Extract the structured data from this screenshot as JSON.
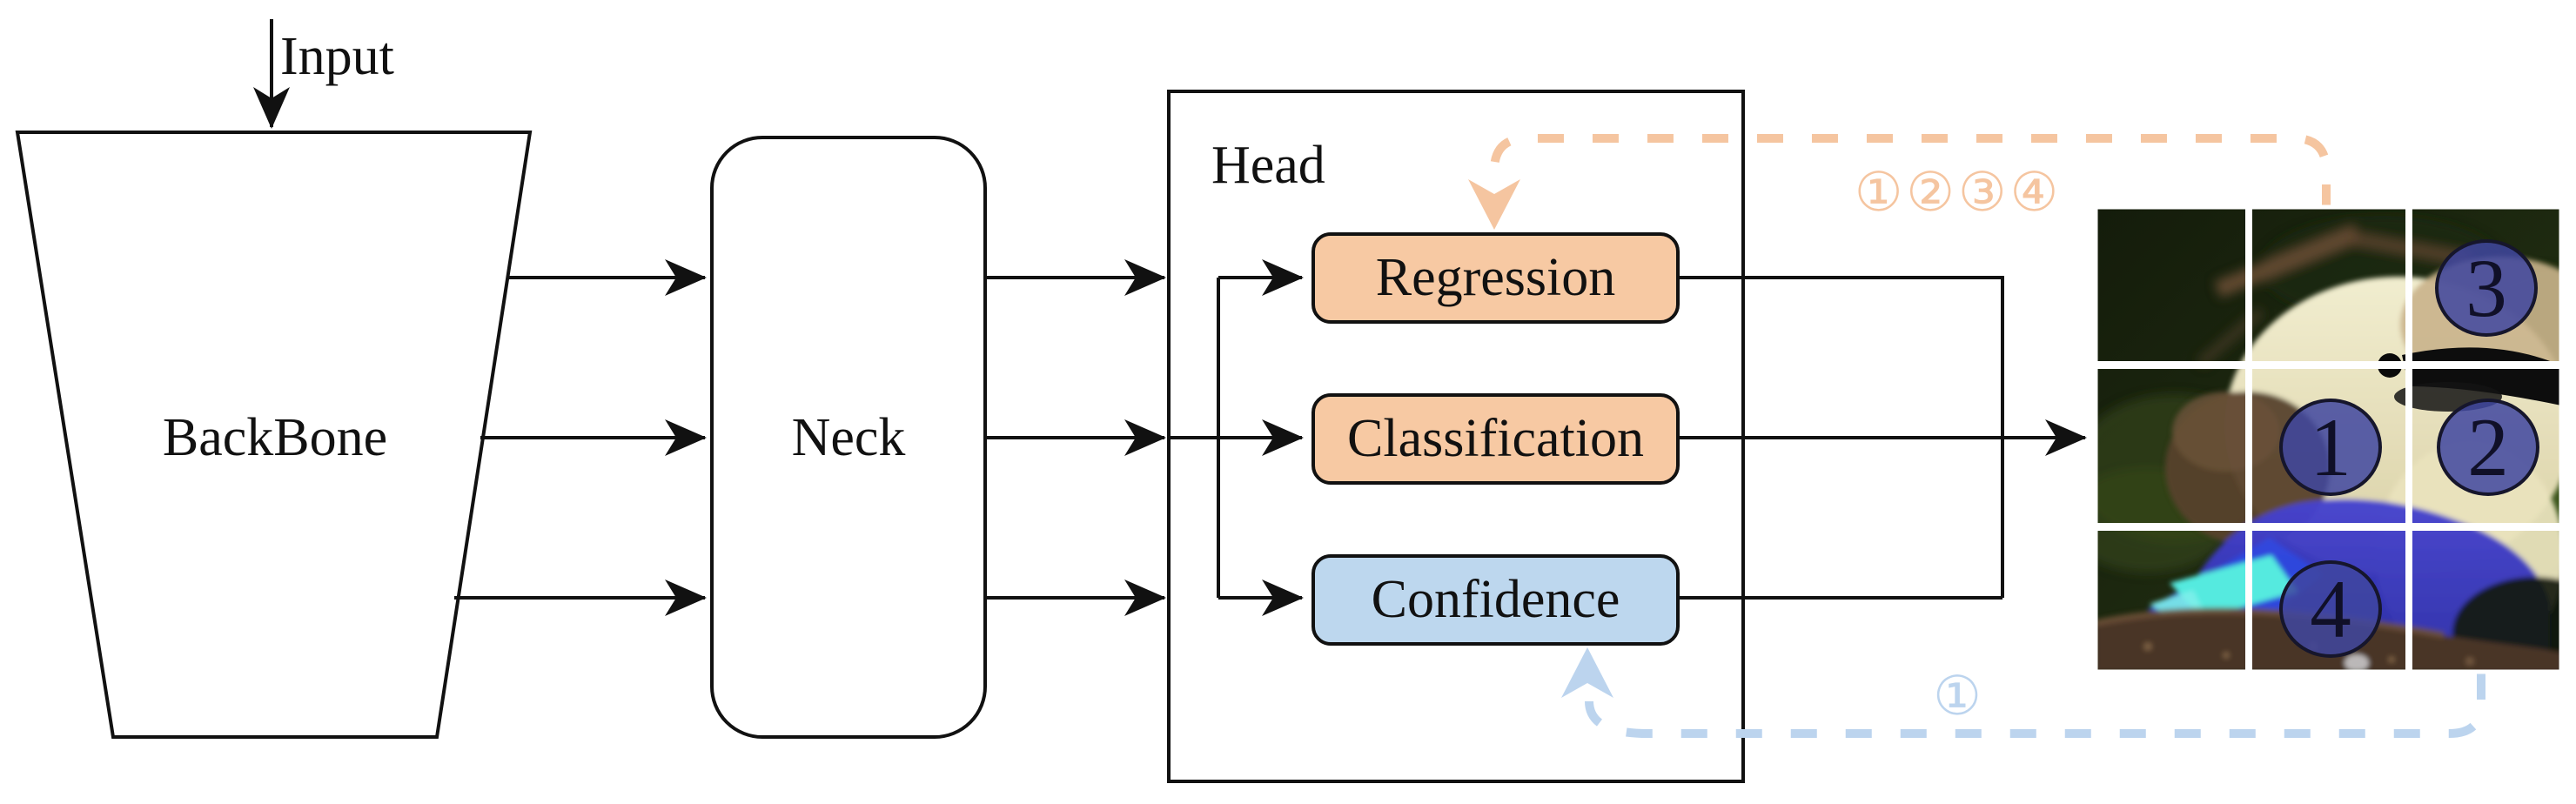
{
  "diagram": {
    "input_label": "Input",
    "backbone_label": "BackBone",
    "neck_label": "Neck",
    "head_label": "Head",
    "branches": [
      {
        "label": "Regression"
      },
      {
        "label": "Classification"
      },
      {
        "label": "Confidence"
      }
    ],
    "feedback": {
      "regression_label": "①②③④",
      "confidence_label": "①"
    }
  },
  "image": {
    "alt": "bird photo with 3x3 grid overlay",
    "badges": [
      "1",
      "2",
      "3",
      "4"
    ]
  },
  "colors": {
    "ink": "#111111",
    "branch-peach": "#f7c9a3",
    "branch-blue": "#bdd7ee",
    "dash-peach": "#f5c5a0",
    "dash-blue": "#bcd4ee",
    "badge-fill": "rgba(63,71,160,0.85)",
    "badge-border": "#16162c",
    "badge-ink": "#101028"
  }
}
